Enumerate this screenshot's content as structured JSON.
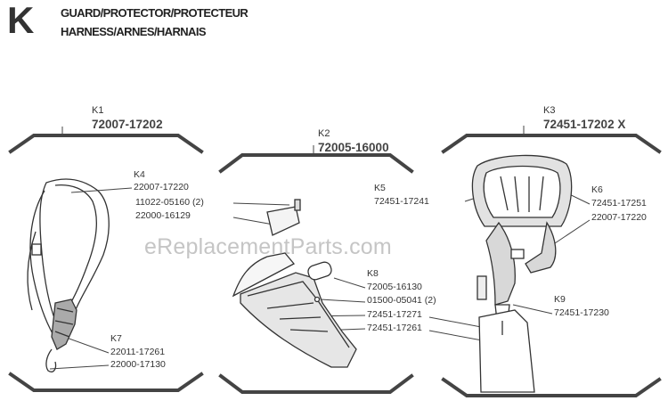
{
  "section": {
    "letter": "K",
    "title_line1": "GUARD/PROTECTOR/PROTECTEUR",
    "title_line2": "HARNESS/ARNES/HARNAIS"
  },
  "kits": [
    {
      "key": "K1",
      "part_number": "72007-17202"
    },
    {
      "key": "K2",
      "part_number": "72005-16000"
    },
    {
      "key": "K3",
      "part_number": "72451-17202 X"
    }
  ],
  "callouts": {
    "k4": {
      "key": "K4",
      "part": "22007-17220"
    },
    "k2_parts": [
      "11022-05160 (2)",
      "22000-16129"
    ],
    "k8": {
      "key": "K8",
      "parts": [
        "72005-16130",
        "01500-05041 (2)",
        "72451-17271",
        "72451-17261"
      ]
    },
    "k7": {
      "key": "K7",
      "parts": [
        "22011-17261",
        "22000-17130"
      ]
    },
    "k5": {
      "key": "K5",
      "part": "72451-17241"
    },
    "k6": {
      "key": "K6",
      "parts": [
        "72451-17251",
        "22007-17220"
      ]
    },
    "k9": {
      "key": "K9",
      "part": "72451-17230"
    }
  },
  "watermark": "eReplacementParts.com"
}
